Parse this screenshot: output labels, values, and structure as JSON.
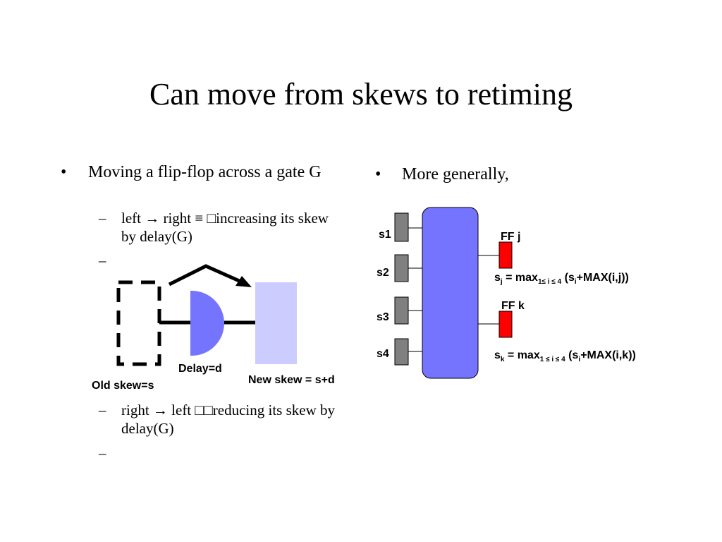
{
  "slide": {
    "title": "Can move from skews to retiming"
  },
  "left": {
    "bullet_marker": "•",
    "bullet": "Moving a flip-flop across a gate G",
    "dash": "–",
    "sub1": "left → right ≡ □increasing its skew by delay(G)",
    "sub2": "",
    "sub3": "right → left □□reducing its skew by delay(G)",
    "sub4": "",
    "diagram": {
      "old_skew_label": "Old skew=s",
      "delay_label": "Delay=d",
      "new_skew_label": "New skew = s+d",
      "colors": {
        "gate": "#7474ff",
        "new_ff": "#ccccff",
        "lines": "#000000"
      }
    }
  },
  "right": {
    "bullet_marker": "•",
    "bullet": "More generally,",
    "diagram": {
      "inputs": [
        "s1",
        "s2",
        "s3",
        "s4"
      ],
      "ff_j_label": "FF j",
      "ff_k_label": "FF k",
      "eq_j": {
        "lhs_base": "s",
        "lhs_sub": "j",
        "mid": " = max",
        "range": "1≤ i ≤ 4",
        "rhs_pre": " (s",
        "rhs_sub": "i",
        "rhs_post": "+MAX(i,j))"
      },
      "eq_k": {
        "lhs_base": "s",
        "lhs_sub": "k",
        "mid": " = max",
        "range": "1 ≤ i ≤ 4",
        "rhs_pre": " (s",
        "rhs_sub": "i",
        "rhs_post": "+MAX(i,k))"
      },
      "colors": {
        "block": "#7474ff",
        "ff": "#ff0000",
        "input": "#808080"
      }
    }
  }
}
